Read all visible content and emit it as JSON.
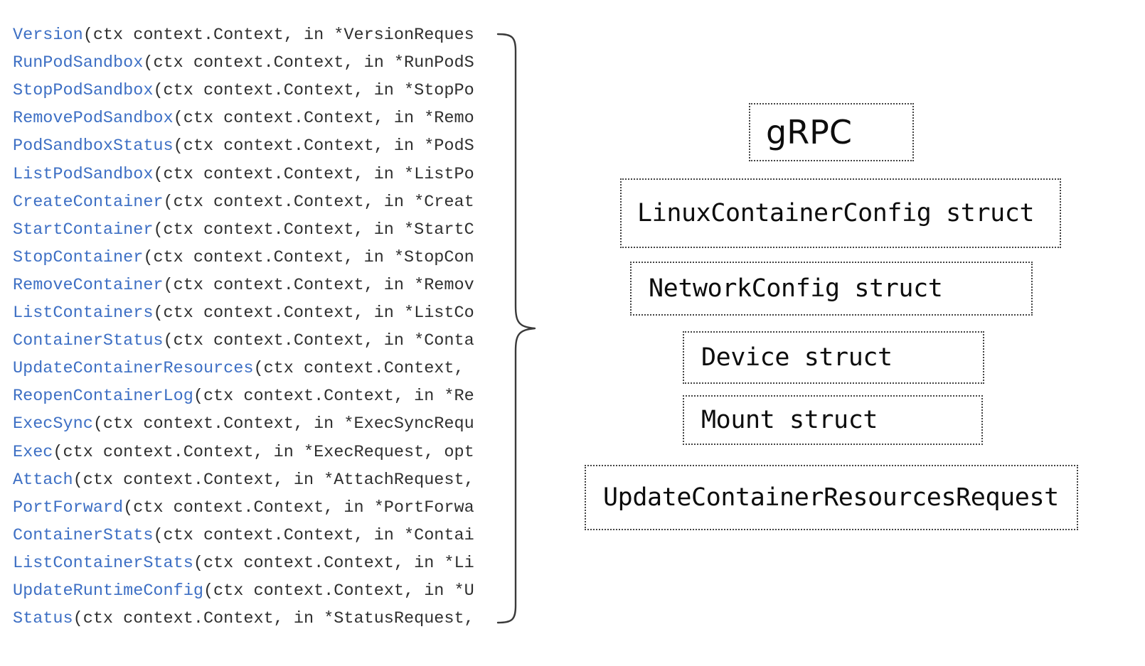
{
  "colors": {
    "function_name": "#3d6fc4",
    "code_text": "#2f2f2f",
    "box_border": "#444444",
    "brace": "#3a3a3a",
    "background": "#ffffff"
  },
  "code_panel": {
    "name": "cri-runtime-service-methods",
    "lines": [
      {
        "fn": "Version",
        "rest": "(ctx context.Context, in *VersionReques"
      },
      {
        "fn": "RunPodSandbox",
        "rest": "(ctx context.Context, in *RunPodS"
      },
      {
        "fn": "StopPodSandbox",
        "rest": "(ctx context.Context, in *StopPo"
      },
      {
        "fn": "RemovePodSandbox",
        "rest": "(ctx context.Context, in *Remo"
      },
      {
        "fn": "PodSandboxStatus",
        "rest": "(ctx context.Context, in *PodS"
      },
      {
        "fn": "ListPodSandbox",
        "rest": "(ctx context.Context, in *ListPo"
      },
      {
        "fn": "CreateContainer",
        "rest": "(ctx context.Context, in *Creat"
      },
      {
        "fn": "StartContainer",
        "rest": "(ctx context.Context, in *StartC"
      },
      {
        "fn": "StopContainer",
        "rest": "(ctx context.Context, in *StopCon"
      },
      {
        "fn": "RemoveContainer",
        "rest": "(ctx context.Context, in *Remov"
      },
      {
        "fn": "ListContainers",
        "rest": "(ctx context.Context, in *ListCo"
      },
      {
        "fn": "ContainerStatus",
        "rest": "(ctx context.Context, in *Conta"
      },
      {
        "fn": "UpdateContainerResources",
        "rest": "(ctx context.Context, "
      },
      {
        "fn": "ReopenContainerLog",
        "rest": "(ctx context.Context, in *Re"
      },
      {
        "fn": "ExecSync",
        "rest": "(ctx context.Context, in *ExecSyncRequ"
      },
      {
        "fn": "Exec",
        "rest": "(ctx context.Context, in *ExecRequest, opt"
      },
      {
        "fn": "Attach",
        "rest": "(ctx context.Context, in *AttachRequest,"
      },
      {
        "fn": "PortForward",
        "rest": "(ctx context.Context, in *PortForwa"
      },
      {
        "fn": "ContainerStats",
        "rest": "(ctx context.Context, in *Contai"
      },
      {
        "fn": "ListContainerStats",
        "rest": "(ctx context.Context, in *Li"
      },
      {
        "fn": "UpdateRuntimeConfig",
        "rest": "(ctx context.Context, in *U"
      },
      {
        "fn": "Status",
        "rest": "(ctx context.Context, in *StatusRequest,"
      }
    ]
  },
  "brace": {
    "name": "right-curly-brace-grouping"
  },
  "boxes": [
    {
      "id": "grpc",
      "label": "gRPC",
      "font": "sans"
    },
    {
      "id": "linux",
      "label": "LinuxContainerConfig struct",
      "font": "mono"
    },
    {
      "id": "network",
      "label": "NetworkConfig struct",
      "font": "mono"
    },
    {
      "id": "device",
      "label": "Device struct",
      "font": "mono"
    },
    {
      "id": "mount",
      "label": "Mount struct",
      "font": "mono"
    },
    {
      "id": "ucrr",
      "label": "UpdateContainerResourcesRequest",
      "font": "mono"
    }
  ]
}
